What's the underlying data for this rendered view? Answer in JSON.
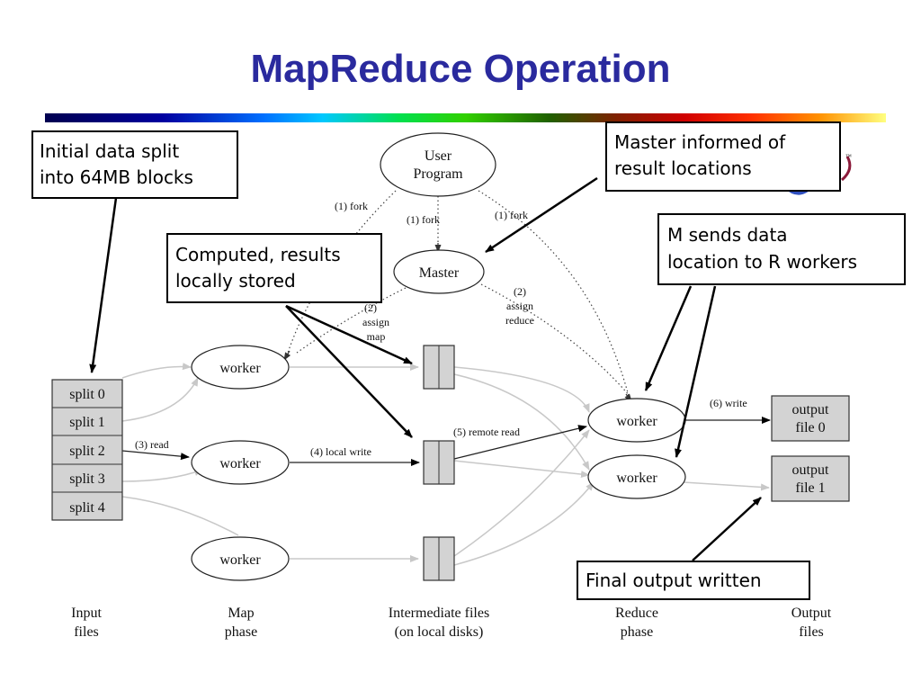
{
  "title": "MapReduce Operation",
  "nodes": {
    "user_program_line1": "User",
    "user_program_line2": "Program",
    "master": "Master",
    "worker": "worker"
  },
  "edges": {
    "fork": "(1) fork",
    "assign_map_1": "(2)",
    "assign_map_2": "assign",
    "assign_map_3": "map",
    "assign_reduce_1": "(2)",
    "assign_reduce_2": "assign",
    "assign_reduce_3": "reduce",
    "read": "(3) read",
    "local_write": "(4) local write",
    "remote_read": "(5) remote read",
    "write": "(6) write"
  },
  "input_splits": [
    "split 0",
    "split 1",
    "split 2",
    "split 3",
    "split 4"
  ],
  "outputs": [
    {
      "line1": "output",
      "line2": "file 0"
    },
    {
      "line1": "output",
      "line2": "file 1"
    }
  ],
  "phases": [
    {
      "line1": "Input",
      "line2": "files"
    },
    {
      "line1": "Map",
      "line2": "phase"
    },
    {
      "line1": "Intermediate files",
      "line2": "(on local disks)"
    },
    {
      "line1": "Reduce",
      "line2": "phase"
    },
    {
      "line1": "Output",
      "line2": "files"
    }
  ],
  "callouts": {
    "initial_split_1": "Initial data split",
    "initial_split_2": "into 64MB blocks",
    "computed_1": "Computed, results",
    "computed_2": "locally stored",
    "master_informed_1": "Master informed of",
    "master_informed_2": "result locations",
    "m_sends_1": "M sends data",
    "m_sends_2": "location to R workers",
    "final_output": "Final output written"
  }
}
